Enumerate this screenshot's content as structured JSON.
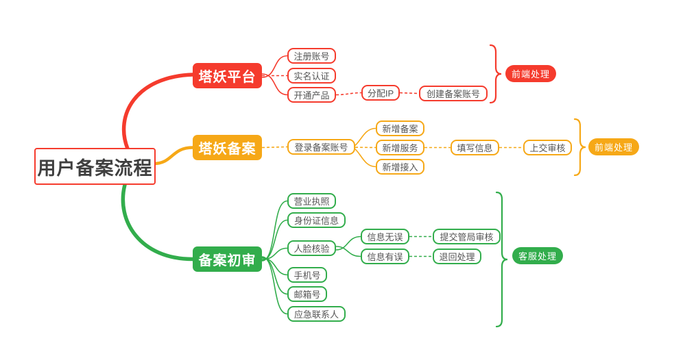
{
  "colors": {
    "branch_red": "#f53b2d",
    "branch_orange": "#f6a817",
    "branch_green": "#32ad4c",
    "node_text": "#555555",
    "root_text": "#3f3f3f",
    "canvas_bg": "#ffffff"
  },
  "mindmap": {
    "root_label": "用户备案流程",
    "platform": {
      "label": "塔妖平台",
      "badge": "前端处理",
      "register": "注册账号",
      "realname": "实名认证",
      "open_product": "开通产品",
      "assign_ip": "分配IP",
      "create_account": "创建备案账号"
    },
    "beian": {
      "label": "塔妖备案",
      "badge": "前端处理",
      "login": "登录备案账号",
      "new_record": "新增备案",
      "new_service": "新增服务",
      "new_access": "新增接入",
      "fill_info": "填写信息",
      "submit_review": "上交审核"
    },
    "review": {
      "label": "备案初审",
      "badge": "客服处理",
      "license": "营业执照",
      "id_info": "身份证信息",
      "face_check": "人脸核验",
      "info_ok": "信息无误",
      "submit_bureau": "提交管局审核",
      "info_wrong": "信息有误",
      "return_handle": "退回处理",
      "phone": "手机号",
      "email": "邮箱号",
      "emergency": "应急联系人"
    }
  }
}
